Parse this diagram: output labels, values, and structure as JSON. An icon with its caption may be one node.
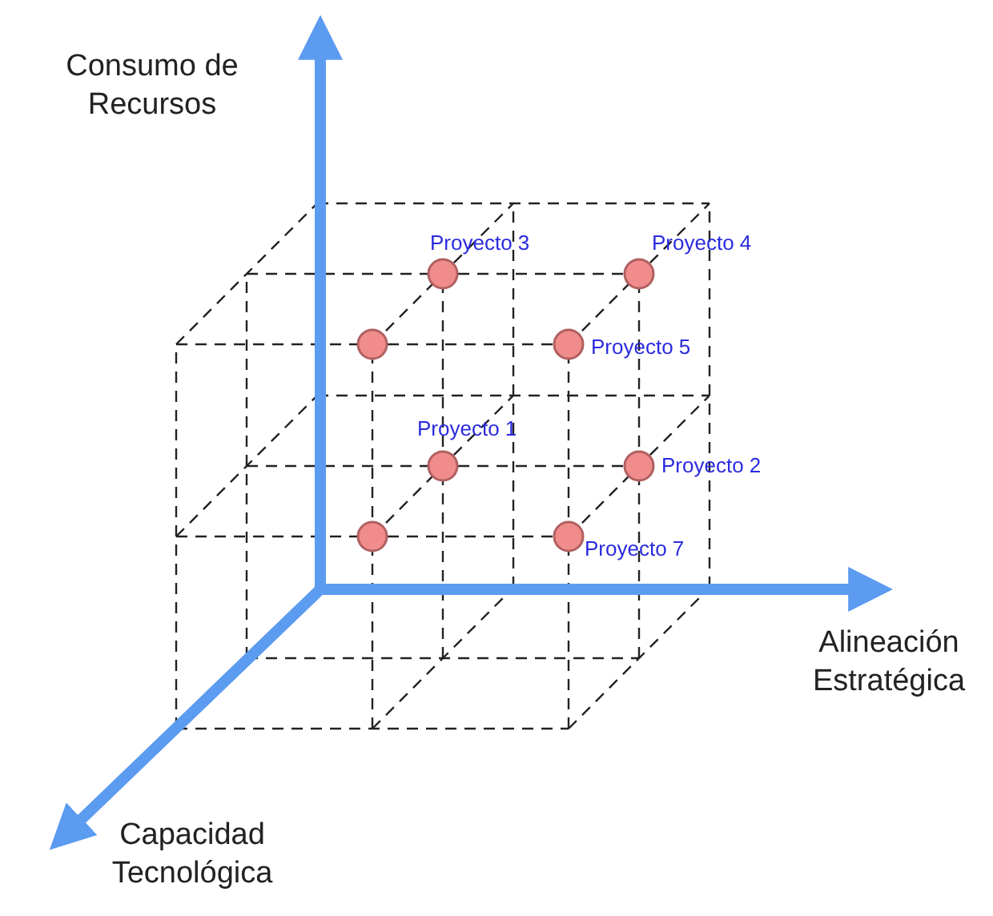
{
  "diagram": {
    "nodes": [
      {
        "text": [],
        "shape": "circle",
        "beside": [
          "Proyecto 3"
        ]
      },
      {
        "text": [],
        "shape": "circle",
        "beside": [
          "Proyecto 4"
        ]
      },
      {
        "text": [],
        "shape": "circle"
      },
      {
        "text": [],
        "shape": "circle",
        "beside": [
          "Proyecto 5"
        ]
      },
      {
        "text": [],
        "shape": "circle",
        "beside": [
          "Proyecto 1"
        ]
      },
      {
        "text": [],
        "shape": "circle",
        "beside": [
          "Proyecto 2"
        ]
      },
      {
        "text": [],
        "shape": "circle"
      },
      {
        "text": [],
        "shape": "circle",
        "beside": [
          "Proyecto 7"
        ]
      }
    ],
    "edges": [],
    "labels": [
      "Consumo de Recursos",
      "Alineación Estratégica",
      "Capacidad Tecnológica"
    ]
  }
}
